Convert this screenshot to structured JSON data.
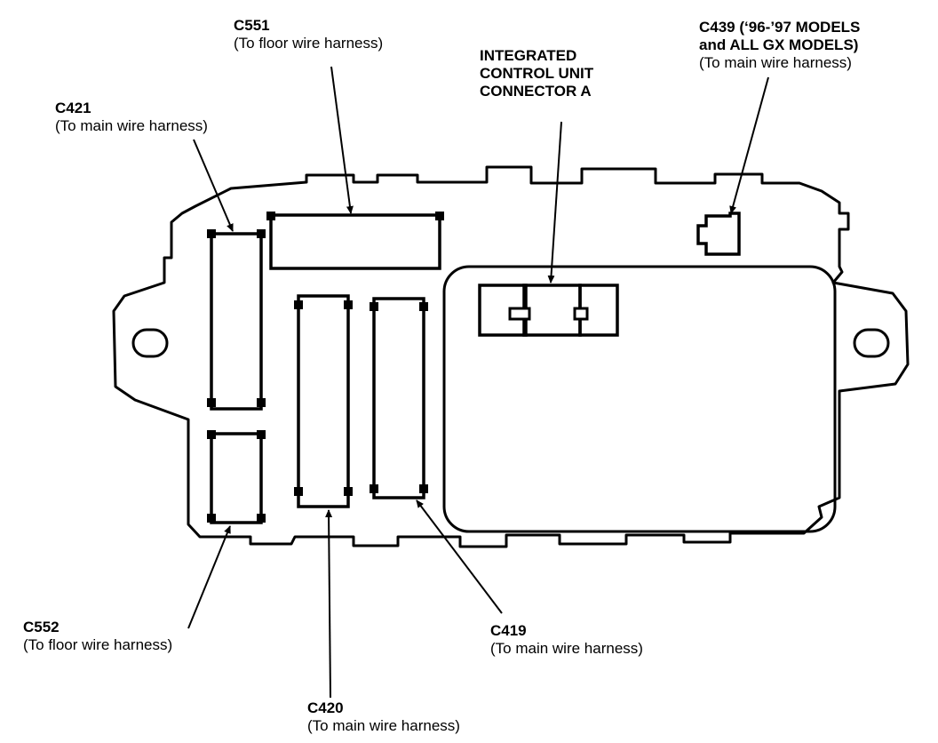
{
  "labels": {
    "c551": {
      "code": "C551",
      "desc": "(To floor wire harness)"
    },
    "c421": {
      "code": "C421",
      "desc": "(To main wire harness)"
    },
    "icu": {
      "line1": "INTEGRATED",
      "line2": "CONTROL UNIT",
      "line3": "CONNECTOR A"
    },
    "c439": {
      "line1": "C439 (‘96-’97 MODELS",
      "line2": "and ALL GX MODELS)",
      "desc": "(To main wire harness)"
    },
    "c552": {
      "code": "C552",
      "desc": "(To floor wire harness)"
    },
    "c419": {
      "code": "C419",
      "desc": "(To main wire harness)"
    },
    "c420": {
      "code": "C420",
      "desc": "(To main wire harness)"
    }
  }
}
